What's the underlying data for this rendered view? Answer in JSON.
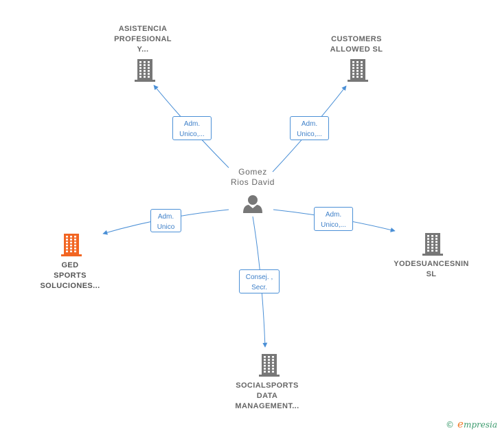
{
  "center": {
    "lines": [
      "Gomez",
      "Rios David"
    ],
    "icon": "person-icon"
  },
  "nodes": [
    {
      "id": "asistencia",
      "lines": [
        "ASISTENCIA",
        "PROFESIONAL",
        "Y..."
      ],
      "icon": "building-icon",
      "color": "#777777"
    },
    {
      "id": "customers",
      "lines": [
        "CUSTOMERS",
        "ALLOWED  SL"
      ],
      "icon": "building-icon",
      "color": "#777777"
    },
    {
      "id": "ged",
      "lines": [
        "GED",
        "SPORTS",
        "SOLUCIONES..."
      ],
      "icon": "building-icon",
      "color": "#f26522"
    },
    {
      "id": "yodesuances",
      "lines": [
        "YODESUANCESNIN",
        "SL"
      ],
      "icon": "building-icon",
      "color": "#777777"
    },
    {
      "id": "socialsports",
      "lines": [
        "SOCIALSPORTS",
        "DATA",
        "MANAGEMENT..."
      ],
      "icon": "building-icon",
      "color": "#777777"
    }
  ],
  "edges": [
    {
      "to": "asistencia",
      "role": [
        "Adm.",
        "Unico,..."
      ]
    },
    {
      "to": "customers",
      "role": [
        "Adm.",
        "Unico,..."
      ]
    },
    {
      "to": "ged",
      "role": [
        "Adm.",
        "Unico"
      ]
    },
    {
      "to": "yodesuances",
      "role": [
        "Adm.",
        "Unico,..."
      ]
    },
    {
      "to": "socialsports",
      "role": [
        "Consej. ,",
        "Secr."
      ]
    }
  ],
  "colors": {
    "edge": "#4a8fd6",
    "label": "#666666",
    "highlight": "#f26522"
  },
  "brand": {
    "copyright": "©",
    "initial": "e",
    "name": "mpresia"
  }
}
